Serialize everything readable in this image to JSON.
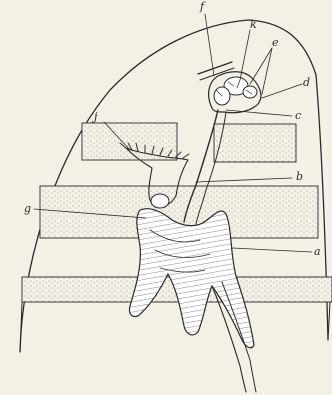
{
  "figure": {
    "labels": {
      "a": "a",
      "b": "b",
      "c": "c",
      "d": "d",
      "e": "e",
      "f": "f",
      "g": "g",
      "j": "j",
      "k": "k"
    },
    "colors": {
      "paper": "#f5f0e6",
      "ink": "#2a2a2a",
      "stipple": "#8a8a8a"
    }
  }
}
